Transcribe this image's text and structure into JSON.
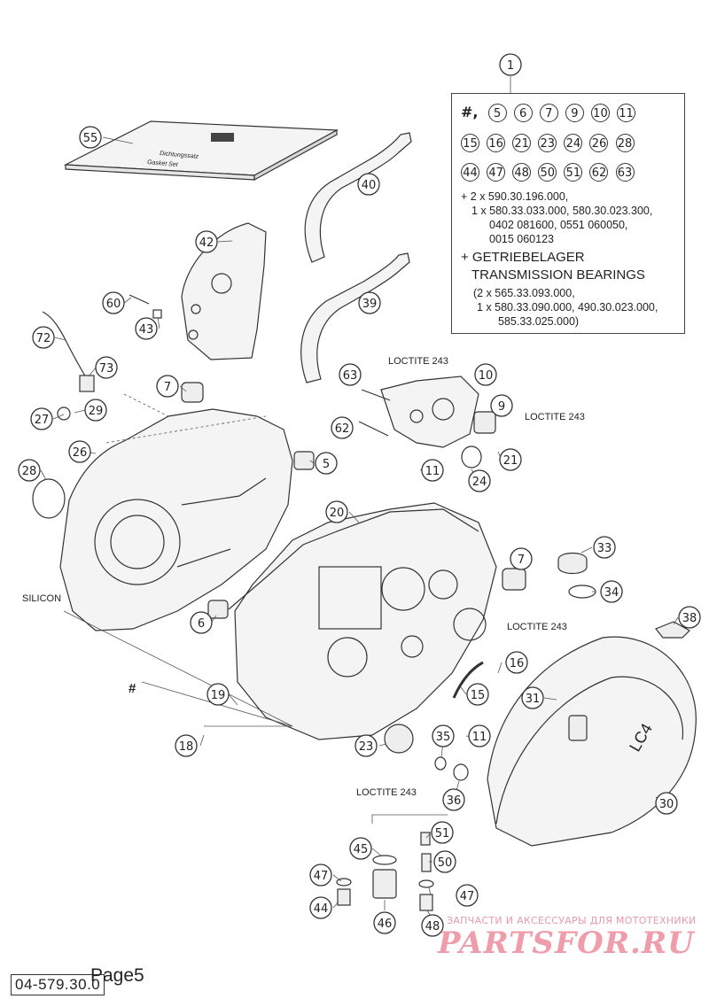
{
  "document": {
    "number": "04-579.30.0",
    "page_label": "Page5"
  },
  "annotations": {
    "loctite": "LOCTITE 243",
    "silicon": "SILICON",
    "group_mark": "#"
  },
  "gasket_set_box": {
    "line1": "Dichtungssatz",
    "line2": "Gasket Set"
  },
  "cover_marking": "LC4",
  "kit_box": {
    "title_number": "1",
    "hash": "#,",
    "row1": [
      "5",
      "6",
      "7",
      "9",
      "10",
      "11"
    ],
    "row2": [
      "15",
      "16",
      "21",
      "23",
      "24",
      "26",
      "28"
    ],
    "row3": [
      "44",
      "47",
      "48",
      "50",
      "51",
      "62",
      "63"
    ],
    "lines": [
      "+ 2 x 590.30.196.000,",
      "1 x 580.33.033.000, 580.30.023.300,",
      "0402 081600, 0551 060050,",
      "0015 060123",
      "+ GETRIEBELAGER",
      "TRANSMISSION BEARINGS",
      "(2 x 565.33.093.000,",
      "1 x 580.33.090.000, 490.30.023.000,",
      "585.33.025.000)"
    ]
  },
  "callouts": [
    "55",
    "40",
    "42",
    "60",
    "43",
    "39",
    "72",
    "73",
    "63",
    "10",
    "7",
    "9",
    "27",
    "29",
    "62",
    "26",
    "5",
    "11",
    "21",
    "28",
    "24",
    "20",
    "33",
    "7",
    "34",
    "6",
    "38",
    "16",
    "19",
    "15",
    "31",
    "18",
    "23",
    "35",
    "11",
    "36",
    "30",
    "51",
    "45",
    "47",
    "50",
    "47",
    "44",
    "46",
    "48"
  ],
  "watermark": {
    "subtitle": "ЗАПЧАСТИ И АКСЕССУАРЫ ДЛЯ МОТОТЕХНИКИ",
    "brand": "PARTSFOR.RU"
  },
  "colors": {
    "line": "#333333",
    "part_fill": "#f4f4f4",
    "watermark": "#ef9cab"
  }
}
